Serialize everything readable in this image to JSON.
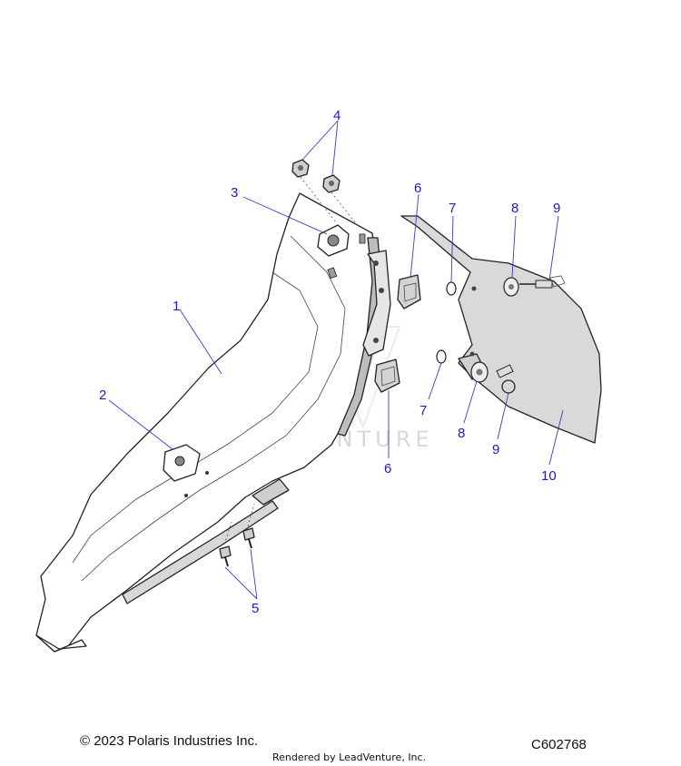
{
  "diagram": {
    "callouts": [
      {
        "id": "c1",
        "label": "1"
      },
      {
        "id": "c2",
        "label": "2"
      },
      {
        "id": "c3",
        "label": "3"
      },
      {
        "id": "c4",
        "label": "4"
      },
      {
        "id": "c5",
        "label": "5"
      },
      {
        "id": "c6a",
        "label": "6"
      },
      {
        "id": "c6b",
        "label": "6"
      },
      {
        "id": "c7a",
        "label": "7"
      },
      {
        "id": "c7b",
        "label": "7"
      },
      {
        "id": "c8a",
        "label": "8"
      },
      {
        "id": "c8b",
        "label": "8"
      },
      {
        "id": "c9a",
        "label": "9"
      },
      {
        "id": "c9b",
        "label": "9"
      },
      {
        "id": "c10",
        "label": "10"
      }
    ],
    "watermark": "LEADVENTURE",
    "callout_color": "#1a1ac8"
  },
  "footer": {
    "copyright": "© 2023 Polaris Industries Inc.",
    "diagram_code": "C602768",
    "rendered_by": "Rendered by LeadVenture, Inc."
  }
}
